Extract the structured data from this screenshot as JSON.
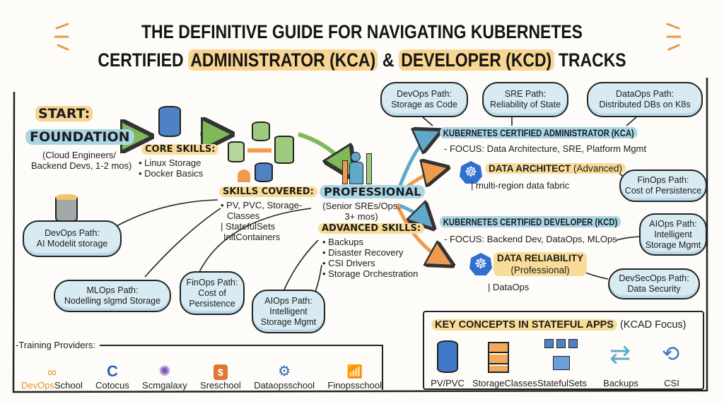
{
  "title": {
    "line1": "THE DEFINITIVE GUIDE FOR NAVIGATING KUBERNETES",
    "line2_a": "CERTIFIED",
    "line2_b": "ADMINISTRATOR (KCA)",
    "line2_c": "&",
    "line2_d": "DEVELOPER (KCD)",
    "line2_e": "TRACKS"
  },
  "start": {
    "label": "START:",
    "stage": "FOUNDATION",
    "sub1": "(Cloud Engineers/",
    "sub2": "Backend Devs, 1-2 mos)"
  },
  "core": {
    "label": "CORE SKILLS:",
    "items": [
      "• Linux Storage",
      "• Docker Basics"
    ]
  },
  "covered": {
    "label": "SKILLS COVERED:",
    "items": [
      "• PV, PVC, Storage-",
      "Classes",
      "| StatefulSets",
      "InitContainers"
    ]
  },
  "professional": {
    "label": "PROFESSIONAL",
    "sub1": "(Senior SREs/Ops,",
    "sub2": "3+ mos)",
    "adv_label": "ADVANCED SKILLS:",
    "items": [
      "• Backups",
      "• Disaster Recovery",
      "• CSI Drivers",
      "• Storage Orchestration"
    ]
  },
  "kca": {
    "label": "KUBERNETES CERTIFIED ADMINISTRATOR (KCA)",
    "focus": "- FOCUS: Data Architecture, SRE, Platform Mgmt"
  },
  "architect": {
    "label": "DATA ARCHITECT",
    "tag": "(Advanced)",
    "sub": "| multi-region data fabric"
  },
  "kcd": {
    "label": "KUBERNETES CERTIFIED DEVELOPER (KCD)",
    "focus": "- FOCUS: Backend Dev, DataOps, MLOps"
  },
  "reliability": {
    "label": "DATA RELIABILITY",
    "tag": "(Professional)",
    "sub": "| DataOps"
  },
  "clouds": {
    "devops_top": [
      "DevOps Path:",
      "Storage as Code"
    ],
    "sre": [
      "SRE Path:",
      "Reliability of State"
    ],
    "dataops": [
      "DataOps Path:",
      "Distributed DBs on K8s"
    ],
    "finops_right": [
      "FinOps Path:",
      "Cost of Persistence"
    ],
    "aiops_right": [
      "AIOps Path:",
      "Intelligent",
      "Storage Mgmt"
    ],
    "devsecops": [
      "DevSecOps Path:",
      "Data Security"
    ],
    "devops_left": [
      "DevOps Path:",
      "AI Modelit storage"
    ],
    "mlops": [
      "MLOps Path:",
      "Nodelling slgmd Storage"
    ],
    "finops_bottom": [
      "FinOps Path:",
      "Cost of",
      "Persistence"
    ],
    "aiops_bottom": [
      "AIOps Path:",
      "Intelligent",
      "Storage Mgmt"
    ]
  },
  "key_concepts": {
    "title": "KEY CONCEPTS IN STATEFUL APPS",
    "suffix": "(KCAD Focus)",
    "items": [
      "PV/PVC",
      "StorageClasses",
      "StatefulSets",
      "Backups",
      "CSI"
    ]
  },
  "providers": {
    "label": "-Training Providers:",
    "items": [
      {
        "a": "DevOps",
        "b": "School"
      },
      {
        "a": "",
        "b": "Cotocus"
      },
      {
        "a": "",
        "b": "Scmgalaxy"
      },
      {
        "a": "",
        "b": "Sreschool"
      },
      {
        "a": "",
        "b": "Dataopsschool"
      },
      {
        "a": "",
        "b": "Finopsschool"
      }
    ]
  }
}
